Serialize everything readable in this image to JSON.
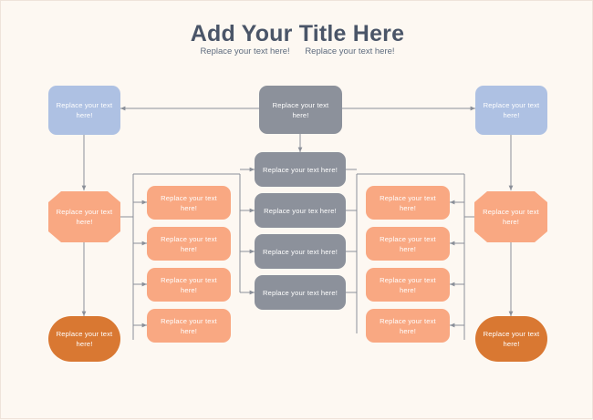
{
  "header": {
    "title": "Add Your Title Here",
    "subtitle_1": "Replace your text here!",
    "subtitle_2": "Replace your text here!"
  },
  "colors": {
    "background": "#fdf8f2",
    "blue": "#aec1e3",
    "gray": "#8c919b",
    "salmon": "#f9a882",
    "orange": "#d97832",
    "connector": "#8a8f99",
    "title_text": "#4a5568",
    "node_text": "#ffffff"
  },
  "diagram": {
    "type": "flowchart",
    "nodes": {
      "top_center": {
        "label": "Replace your text here!",
        "shape": "rounded-rect",
        "color": "gray"
      },
      "top_left": {
        "label": "Replace your text here!",
        "shape": "rounded-rect",
        "color": "blue"
      },
      "top_right": {
        "label": "Replace your text here!",
        "shape": "rounded-rect",
        "color": "blue"
      },
      "mid_left": {
        "label": "Replace your text here!",
        "shape": "octagon",
        "color": "salmon"
      },
      "mid_right": {
        "label": "Replace your text here!",
        "shape": "octagon",
        "color": "salmon"
      },
      "bottom_left": {
        "label": "Replace your text here!",
        "shape": "stadium",
        "color": "orange"
      },
      "bottom_right": {
        "label": "Replace your text here!",
        "shape": "stadium",
        "color": "orange"
      }
    },
    "left_column": [
      {
        "label": "Replace your text here!",
        "shape": "rounded-rect",
        "color": "salmon"
      },
      {
        "label": "Replace your text here!",
        "shape": "rounded-rect",
        "color": "salmon"
      },
      {
        "label": "Replace your text here!",
        "shape": "rounded-rect",
        "color": "salmon"
      },
      {
        "label": "Replace your text here!",
        "shape": "rounded-rect",
        "color": "salmon"
      }
    ],
    "center_column": [
      {
        "label": "Replace your text here!",
        "shape": "rounded-rect",
        "color": "gray"
      },
      {
        "label": "Replace your tex here!",
        "shape": "rounded-rect",
        "color": "gray"
      },
      {
        "label": "Replace your text here!",
        "shape": "rounded-rect",
        "color": "gray"
      },
      {
        "label": "Replace your text here!",
        "shape": "rounded-rect",
        "color": "gray"
      }
    ],
    "right_column": [
      {
        "label": "Replace your text here!",
        "shape": "rounded-rect",
        "color": "salmon"
      },
      {
        "label": "Replace your text here!",
        "shape": "rounded-rect",
        "color": "salmon"
      },
      {
        "label": "Replace your text here!",
        "shape": "rounded-rect",
        "color": "salmon"
      },
      {
        "label": "Replace your text here!",
        "shape": "rounded-rect",
        "color": "salmon"
      }
    ]
  }
}
